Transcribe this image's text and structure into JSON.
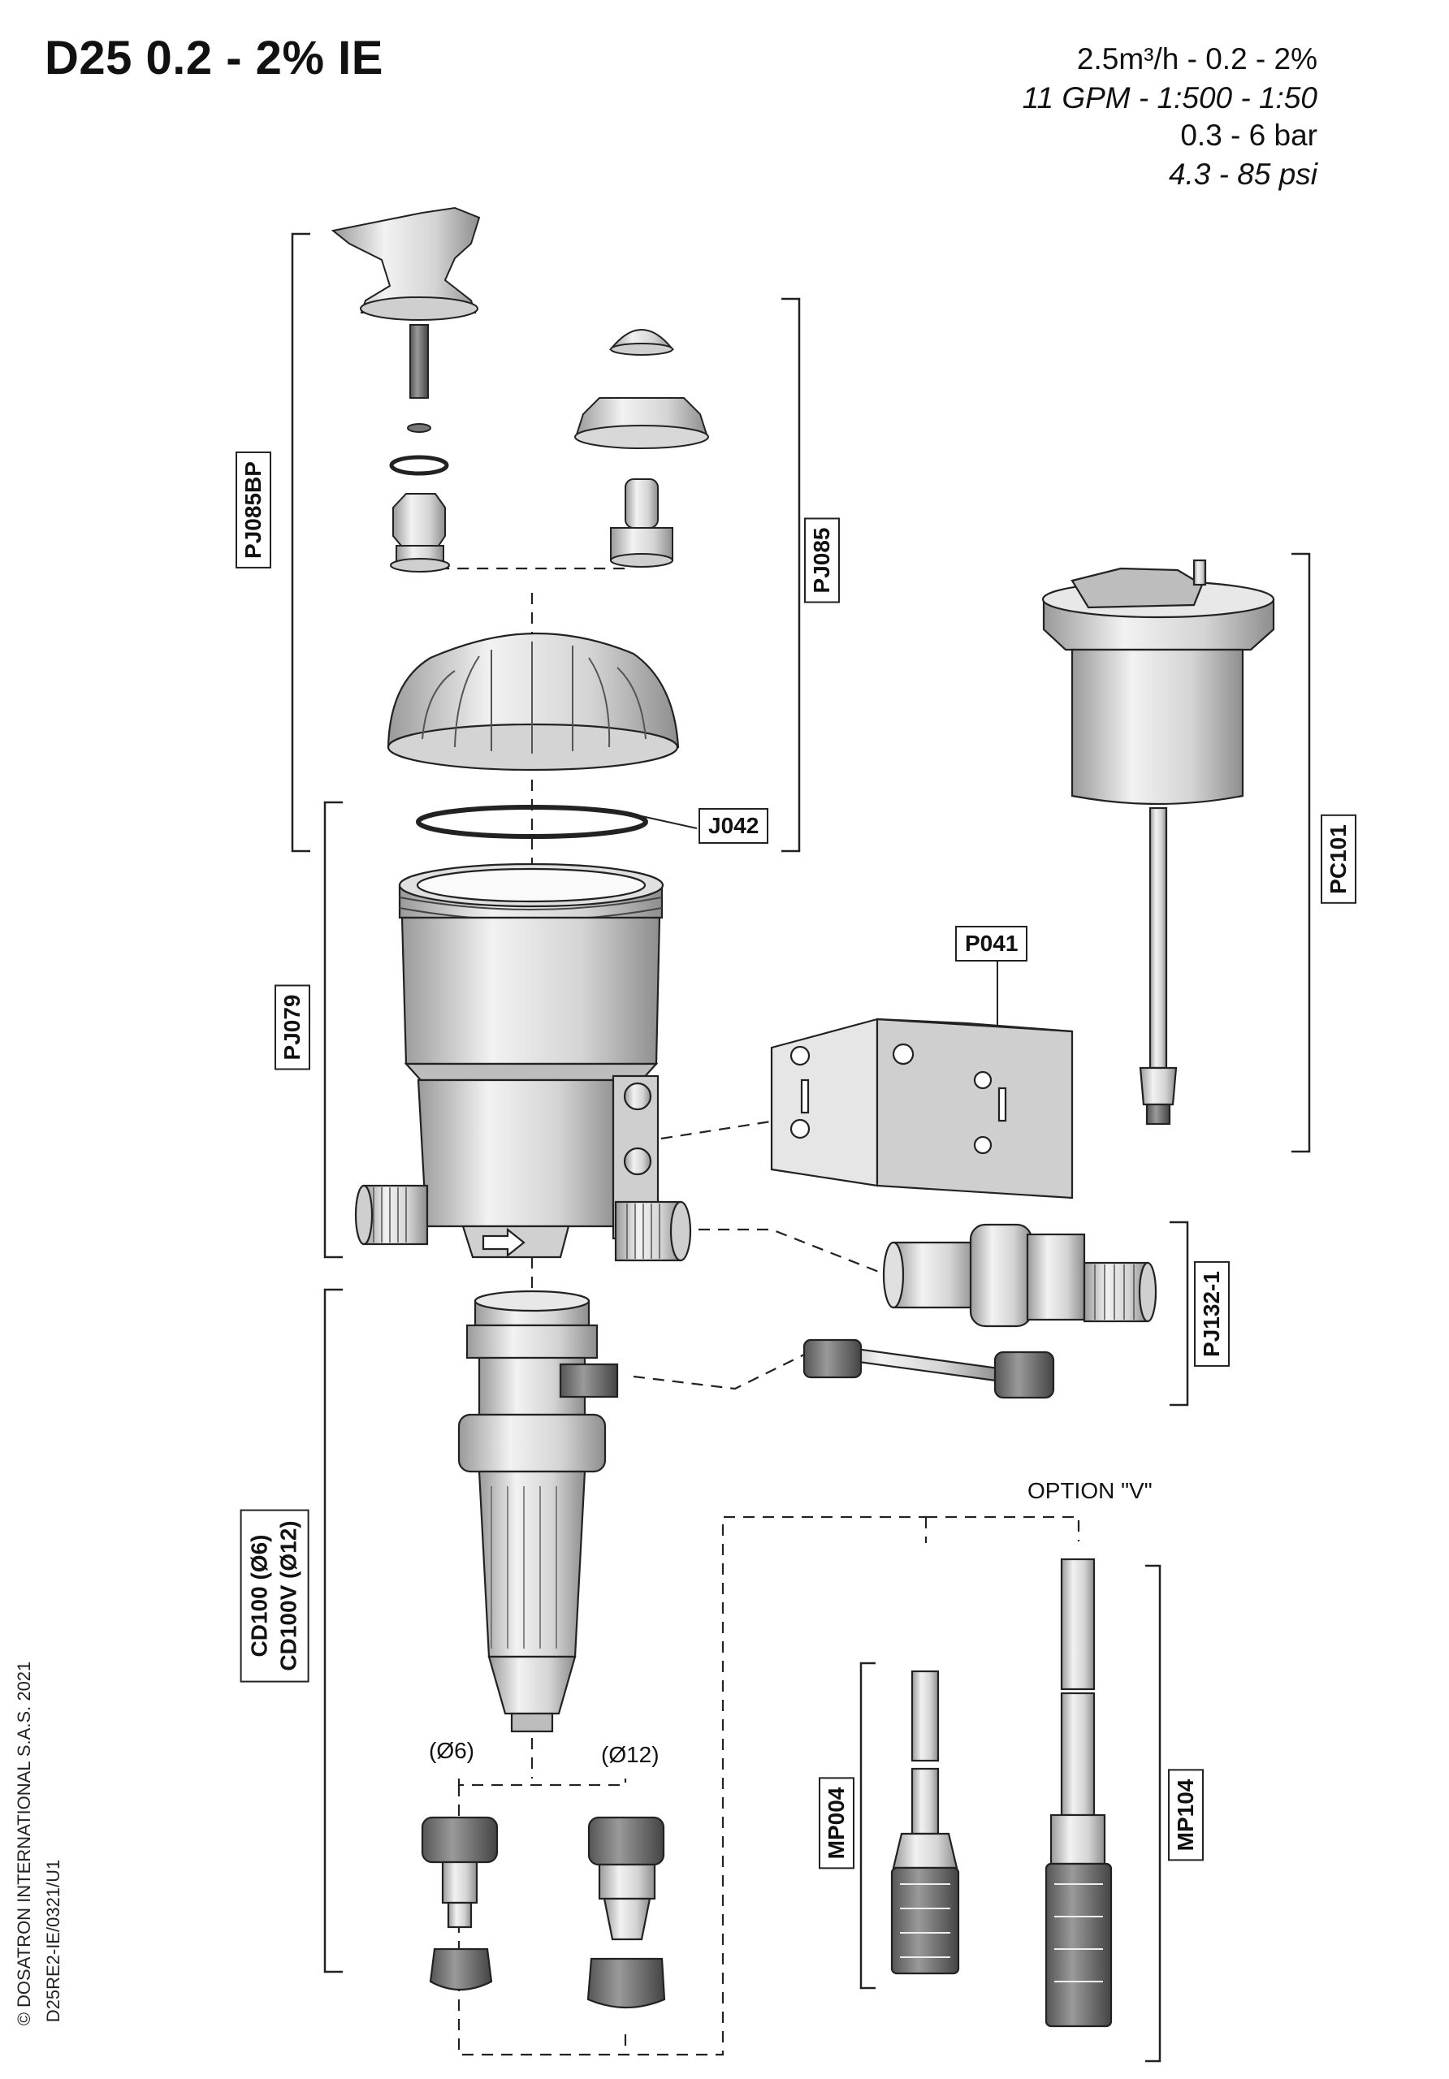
{
  "header": {
    "title": "D25 0.2 - 2% IE",
    "specs": {
      "flow_metric": "2.5m³/h - 0.2 - 2%",
      "flow_imperial": "11 GPM - 1:500 - 1:50",
      "pressure_metric": "0.3 - 6 bar",
      "pressure_imperial": "4.3 - 85 psi"
    }
  },
  "part_labels": {
    "pj085bp": "PJ085BP",
    "pj085": "PJ085",
    "j042": "J042",
    "pc101": "PC101",
    "p041": "P041",
    "pj079": "PJ079",
    "pj132_1": "PJ132-1",
    "cd100": "CD100 (Ø6)",
    "cd100v": "CD100V (Ø12)",
    "mp004": "MP004",
    "mp104": "MP104"
  },
  "annotations": {
    "option_v": "OPTION \"V\"",
    "dia_6": "(Ø6)",
    "dia_12": "(Ø12)"
  },
  "footer": {
    "copyright": "© DOSATRON INTERNATIONAL S.A.S. 2021",
    "doc_ref": "D25RE2-IE/0321/U1"
  },
  "colors": {
    "line": "#222222",
    "part_fill": "#d9d9d9",
    "part_shade": "#a8a8a8"
  }
}
